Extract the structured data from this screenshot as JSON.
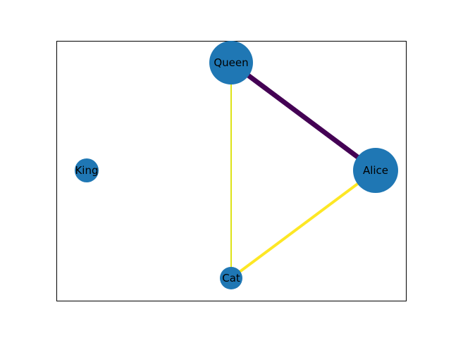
{
  "graph": {
    "nodes": [
      {
        "id": "queen",
        "label": "Queen",
        "size": "large"
      },
      {
        "id": "alice",
        "label": "Alice",
        "size": "large"
      },
      {
        "id": "king",
        "label": "King",
        "size": "small"
      },
      {
        "id": "cat",
        "label": "Cat",
        "size": "small"
      }
    ],
    "edges": [
      {
        "source": "queen",
        "target": "alice",
        "color": "#440154",
        "weight": "thick"
      },
      {
        "source": "queen",
        "target": "cat",
        "color": "#dde318",
        "weight": "thin"
      },
      {
        "source": "alice",
        "target": "cat",
        "color": "#fde725",
        "weight": "medium"
      }
    ],
    "node_color": "#1f77b4",
    "frame_color": "#000000"
  }
}
